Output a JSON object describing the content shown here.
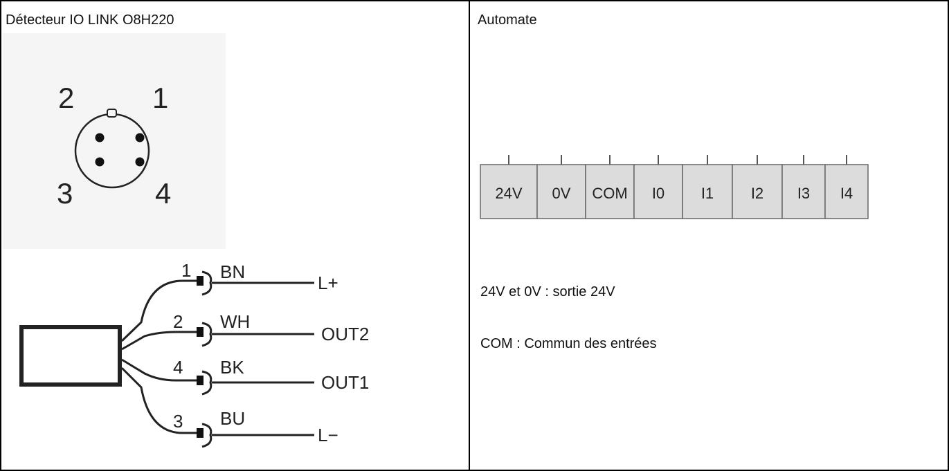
{
  "sensor": {
    "title": "Détecteur IO LINK O8H220",
    "connector_pins": [
      "1",
      "2",
      "3",
      "4"
    ],
    "wires": [
      {
        "pin": "1",
        "color_code": "BN",
        "signal": "L+"
      },
      {
        "pin": "2",
        "color_code": "WH",
        "signal": "OUT2"
      },
      {
        "pin": "4",
        "color_code": "BK",
        "signal": "OUT1"
      },
      {
        "pin": "3",
        "color_code": "BU",
        "signal": "L−"
      }
    ]
  },
  "plc": {
    "title": "Automate",
    "terminals": [
      "24V",
      "0V",
      "COM",
      "I0",
      "I1",
      "I2",
      "I3",
      "I4"
    ],
    "notes": [
      "24V et 0V : sortie 24V",
      "COM : Commun des entrées"
    ]
  },
  "colors": {
    "border": "#000000",
    "terminal_fill": "#dcdcdc",
    "panel_fill": "#f5f5f5",
    "ink": "#222222"
  }
}
